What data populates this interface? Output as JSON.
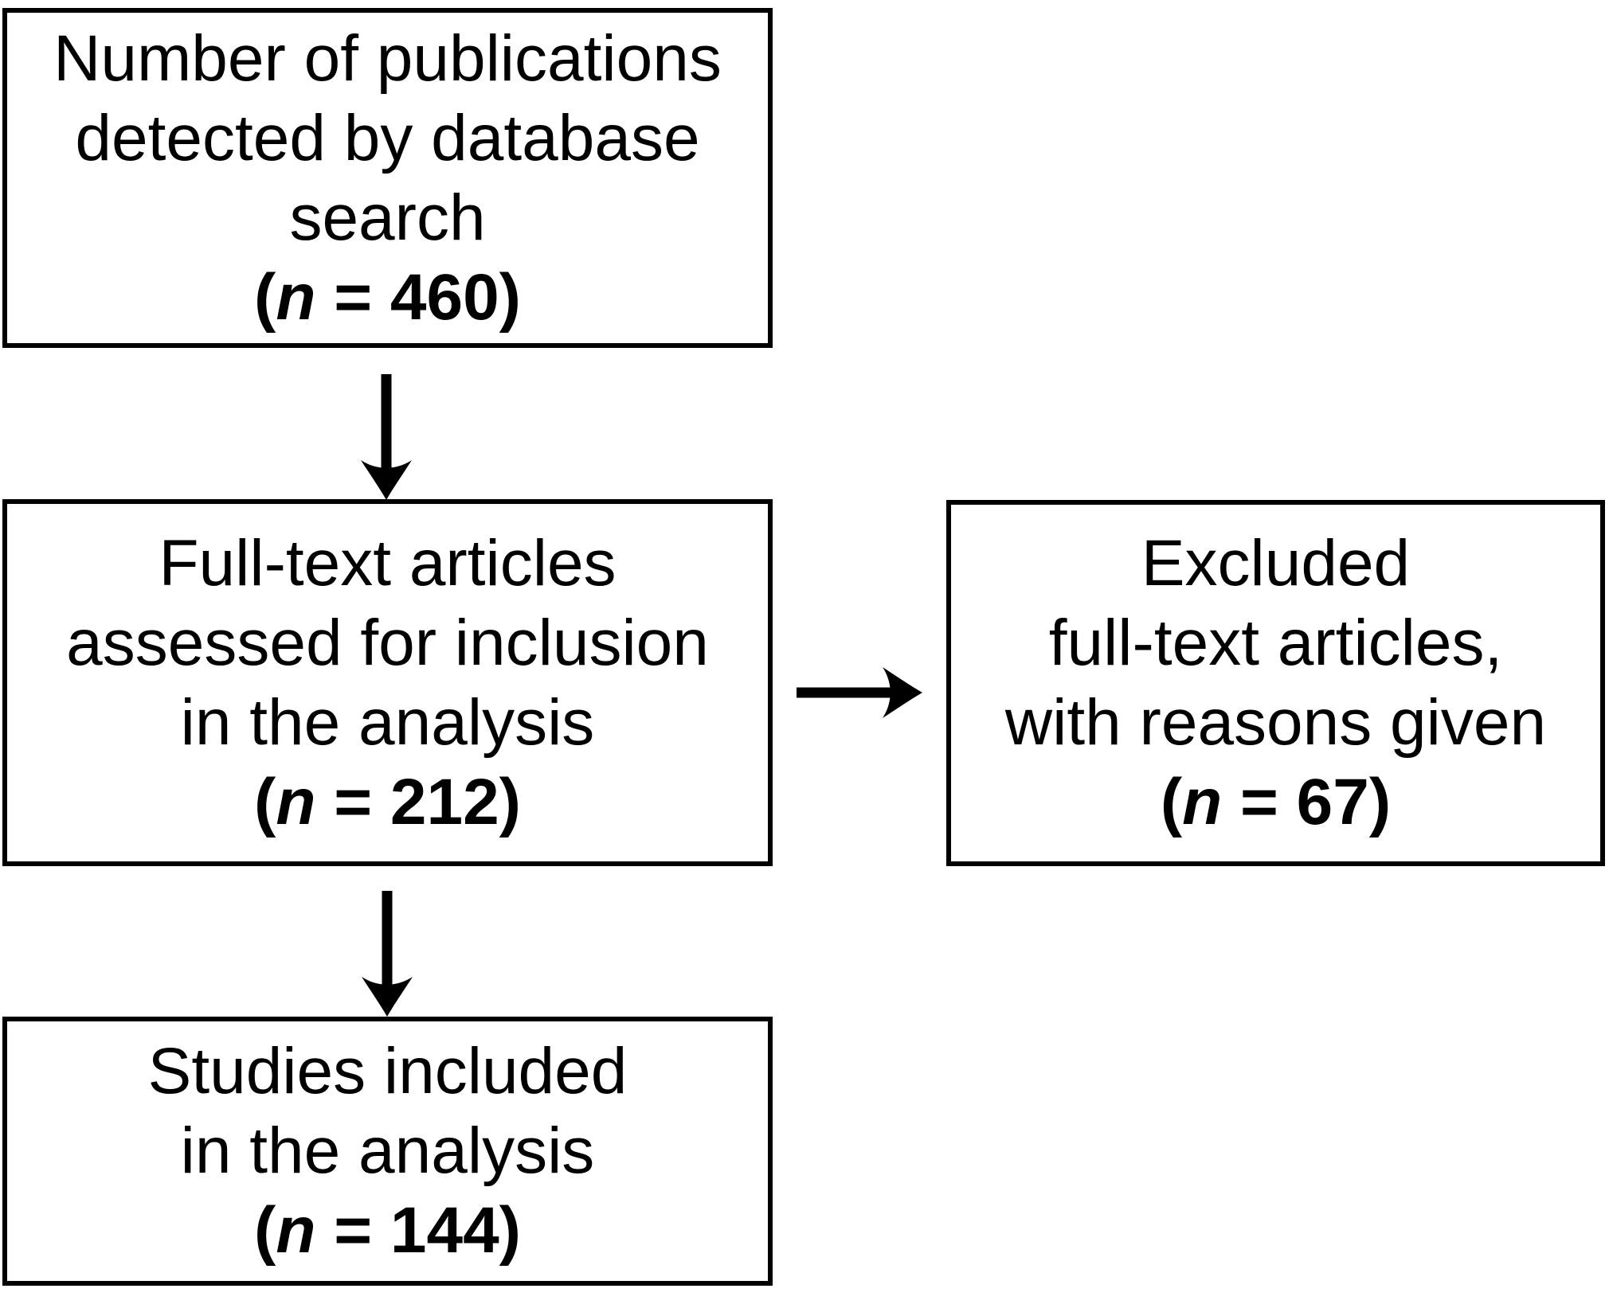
{
  "figure": {
    "type": "flowchart",
    "background_color": "#ffffff",
    "box_border_color": "#000000",
    "text_color": "#000000"
  },
  "boxes": {
    "identified": {
      "lines": [
        "Number of publications",
        "detected by database",
        "search"
      ],
      "n_prefix": "(",
      "n_symbol": "n",
      "n_suffix": " = 460)",
      "n_value": 460
    },
    "assessed": {
      "lines": [
        "Full-text articles",
        "assessed for inclusion",
        "in the analysis"
      ],
      "n_prefix": "(",
      "n_symbol": "n",
      "n_suffix": " = 212)",
      "n_value": 212
    },
    "excluded": {
      "lines": [
        "Excluded",
        "full-text articles,",
        "with reasons given"
      ],
      "n_prefix": "(",
      "n_symbol": "n",
      "n_suffix": " = 67)",
      "n_value": 67
    },
    "included": {
      "lines": [
        "Studies included",
        "in the analysis"
      ],
      "n_prefix": "(",
      "n_symbol": "n",
      "n_suffix": " = 144)",
      "n_value": 144
    }
  },
  "flow": {
    "edges": [
      {
        "from": "identified",
        "to": "assessed",
        "direction": "down"
      },
      {
        "from": "assessed",
        "to": "excluded",
        "direction": "right"
      },
      {
        "from": "assessed",
        "to": "included",
        "direction": "down"
      }
    ]
  }
}
